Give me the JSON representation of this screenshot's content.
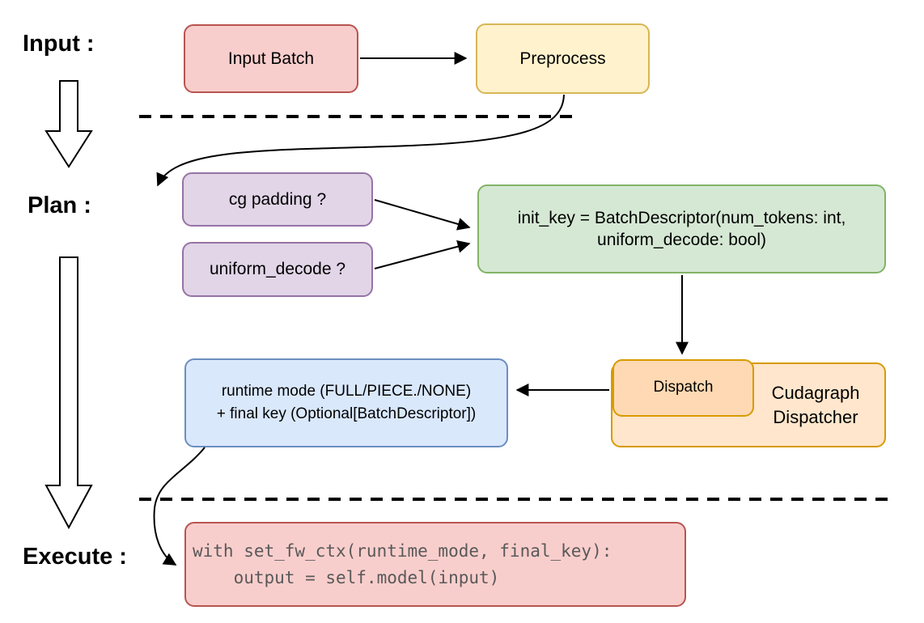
{
  "phases": {
    "input": "Input :",
    "plan": "Plan :",
    "execute": "Execute :"
  },
  "nodes": {
    "input_batch": {
      "label": "Input Batch"
    },
    "preprocess": {
      "label": "Preprocess"
    },
    "cg_padding": {
      "label": "cg padding ?"
    },
    "uniform_decode": {
      "label": "uniform_decode ?"
    },
    "init_key": {
      "line1": "init_key = BatchDescriptor(num_tokens: int,",
      "line2": "uniform_decode: bool)"
    },
    "dispatch": {
      "label": "Dispatch"
    },
    "cudagraph_dispatcher": {
      "line1": "Cudagraph",
      "line2": "Dispatcher"
    },
    "runtime_mode": {
      "line1": "runtime mode (FULL/PIECE./NONE)",
      "line2": "+ final key (Optional[BatchDescriptor])"
    },
    "execute_code": {
      "line1": "with set_fw_ctx(runtime_mode, final_key):",
      "line2": "    output = self.model(input)"
    }
  },
  "colors": {
    "red_fill": "#f8cecc",
    "red_border": "#b85450",
    "yellow_fill": "#fff2cc",
    "yellow_border": "#d6b656",
    "purple_fill": "#e1d5e7",
    "purple_border": "#9673a6",
    "green_fill": "#d5e8d4",
    "green_border": "#82b366",
    "blue_fill": "#dae8fc",
    "blue_border": "#6c8ebf",
    "orange_inner_fill": "#ffd9b3",
    "orange_outer_fill": "#ffe6cc",
    "orange_border": "#d79b00",
    "code_text": "#595959",
    "connector": "#000000"
  }
}
